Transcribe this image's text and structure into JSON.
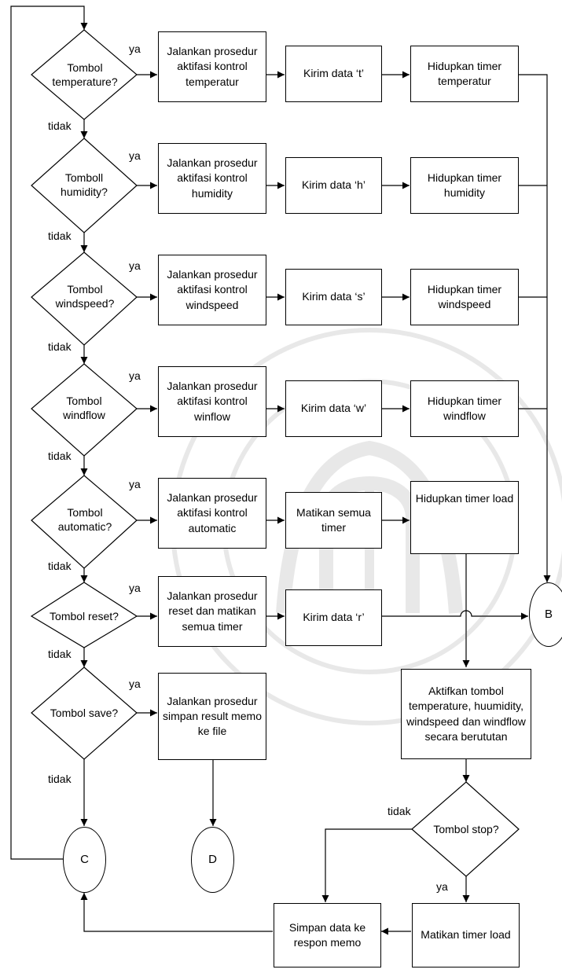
{
  "decisions": {
    "temperature": "Tombol temperature?",
    "humidity": "Tomboll humidity?",
    "windspeed": "Tombol windspeed?",
    "windflow": "Tombol windflow",
    "automatic": "Tombol automatic?",
    "reset": "Tombol reset?",
    "save": "Tombol save?",
    "stop": "Tombol stop?"
  },
  "procedures": {
    "temperature": "Jalankan prosedur aktifasi kontrol temperatur",
    "humidity": "Jalankan prosedur aktifasi kontrol humidity",
    "windspeed": "Jalankan prosedur aktifasi kontrol windspeed",
    "windflow": "Jalankan prosedur aktifasi kontrol winflow",
    "automatic": "Jalankan prosedur aktifasi kontrol automatic",
    "reset": "Jalankan prosedur reset dan matikan semua timer",
    "save": "Jalankan prosedur simpan result memo ke file"
  },
  "actions": {
    "kirim_t": "Kirim data ‘t’",
    "kirim_h": "Kirim data ‘h’",
    "kirim_s": "Kirim data ‘s’",
    "kirim_w": "Kirim data ‘w’",
    "matikan_semua": "Matikan semua timer",
    "kirim_r": "Kirim data ‘r’"
  },
  "timers": {
    "temperatur": "Hidupkan timer temperatur",
    "humidity": "Hidupkan timer humidity",
    "windspeed": "Hidupkan timer windspeed",
    "windflow": "Hidupkan timer windflow",
    "load": "Hidupkan timer load"
  },
  "aktifkan": "Aktifkan tombol temperature, huumidity, windspeed dan windflow secara berututan",
  "matikan_load": "Matikan timer load",
  "simpan_data": "Simpan data ke respon memo",
  "connectors": {
    "b": "B",
    "c": "C",
    "d": "D"
  },
  "labels": {
    "yes": "ya",
    "no": "tidak"
  }
}
